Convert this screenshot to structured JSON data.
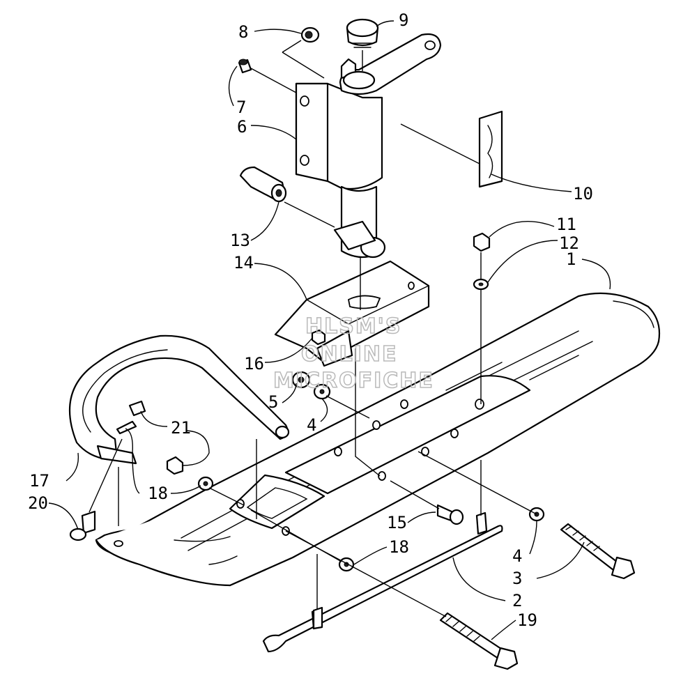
{
  "callouts": [
    {
      "id": "8",
      "text": "8"
    },
    {
      "id": "9",
      "text": "9"
    },
    {
      "id": "7",
      "text": "7"
    },
    {
      "id": "6",
      "text": "6"
    },
    {
      "id": "10",
      "text": "10"
    },
    {
      "id": "11",
      "text": "11"
    },
    {
      "id": "12",
      "text": "12"
    },
    {
      "id": "1",
      "text": "1"
    },
    {
      "id": "13",
      "text": "13"
    },
    {
      "id": "14",
      "text": "14"
    },
    {
      "id": "16",
      "text": "16"
    },
    {
      "id": "5",
      "text": "5"
    },
    {
      "id": "4a",
      "text": "4"
    },
    {
      "id": "21",
      "text": "21"
    },
    {
      "id": "17",
      "text": "17"
    },
    {
      "id": "20",
      "text": "20"
    },
    {
      "id": "18a",
      "text": "18"
    },
    {
      "id": "15",
      "text": "15"
    },
    {
      "id": "18b",
      "text": "18"
    },
    {
      "id": "4b",
      "text": "4"
    },
    {
      "id": "3",
      "text": "3"
    },
    {
      "id": "2",
      "text": "2"
    },
    {
      "id": "19",
      "text": "19"
    }
  ],
  "watermark": {
    "line1": "HLSM'S",
    "line2": "ONLINE",
    "line3": "MICROFICHE"
  },
  "colors": {
    "ink": "#000000",
    "watermark": "#b9b9b9",
    "background": "#ffffff"
  }
}
